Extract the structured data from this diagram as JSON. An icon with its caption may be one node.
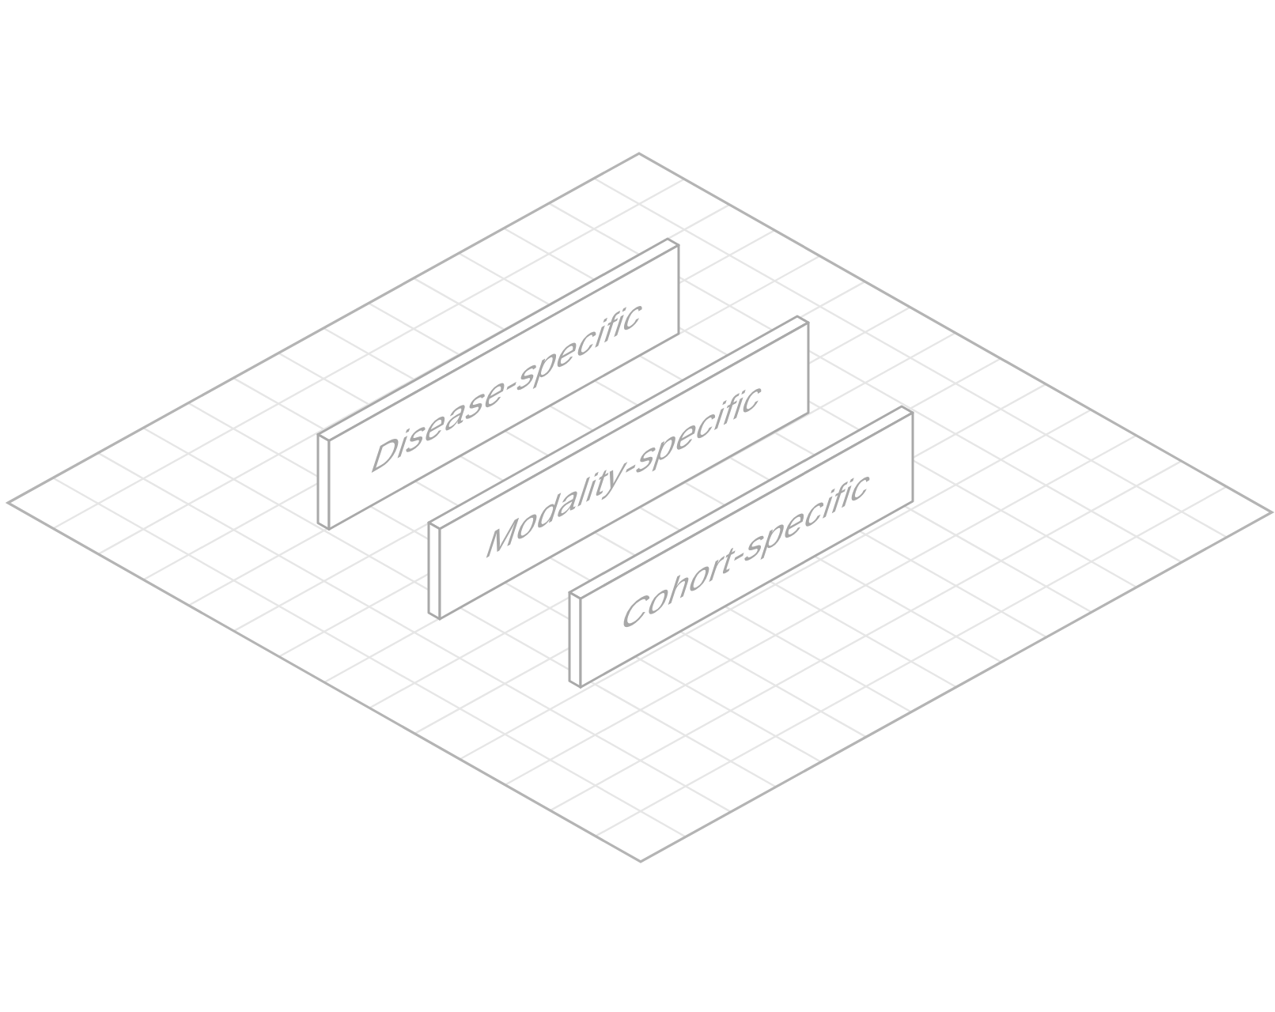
{
  "diagram": {
    "nodes": [
      {
        "text": [
          "Disease-specific"
        ]
      },
      {
        "text": [
          "Modality-specific"
        ]
      },
      {
        "text": [
          "Cohort-specific"
        ]
      }
    ]
  }
}
